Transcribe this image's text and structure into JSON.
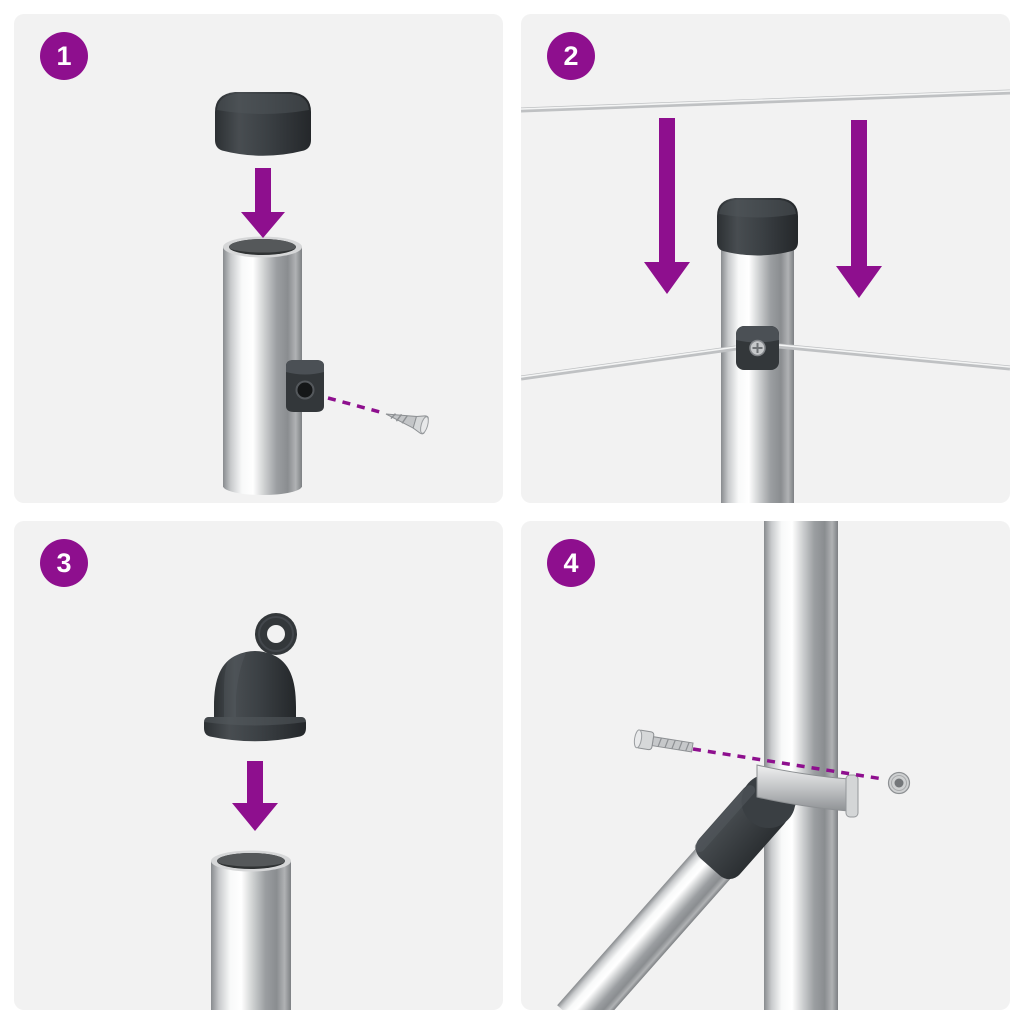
{
  "colors": {
    "accent": "#8E0F8E",
    "panel_bg": "#F2F2F2",
    "cap_dark": "#3A3E41",
    "chrome_light": "#F8F9F9",
    "chrome_dark": "#7D8083",
    "wire": "#BFC1C3"
  },
  "steps": [
    {
      "number": "1",
      "illustration": "cap-and-screw-bracket-on-post"
    },
    {
      "number": "2",
      "illustration": "tension-wires-down-onto-post-clamp"
    },
    {
      "number": "3",
      "illustration": "eyelet-cap-onto-post"
    },
    {
      "number": "4",
      "illustration": "brace-clamp-with-bolt-and-nut"
    }
  ]
}
